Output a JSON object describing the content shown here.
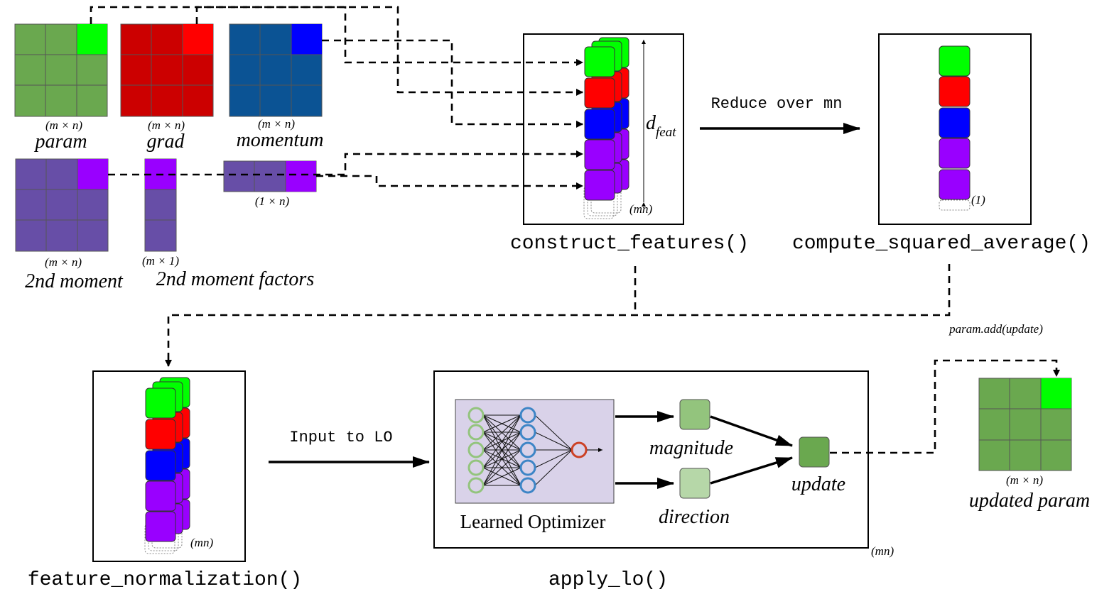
{
  "colors": {
    "param": "#6aa84f",
    "param_hi": "#00ff00",
    "grad": "#cc0000",
    "grad_hi": "#ff0000",
    "momentum": "#0b5394",
    "momentum_hi": "#0000ff",
    "moment": "#674ea7",
    "moment_hi": "#9900ff",
    "update_light": "#93c47d",
    "direction_light": "#b6d7a8",
    "update": "#6aa84f",
    "lo_bg": "#d9d2e9",
    "node_in": "#93c47d",
    "node_hidden": "#3d85c6",
    "node_out": "#cc4125"
  },
  "inputs": {
    "param": {
      "dim": "(m × n)",
      "label": "param"
    },
    "grad": {
      "dim": "(m × n)",
      "label": "grad"
    },
    "momentum": {
      "dim": "(m × n)",
      "label": "momentum"
    },
    "second_moment": {
      "dim": "(m × n)",
      "label": "2nd moment"
    },
    "factor_col_dim": "(m × 1)",
    "factor_row_dim": "(1 × n)",
    "factors_label": "2nd moment factors"
  },
  "construct": {
    "d_label": "d",
    "d_sub": "feat",
    "mn": "(mn)",
    "func": "construct_features()"
  },
  "reduce_label": "Reduce over mn",
  "squared": {
    "one": "(1)",
    "func": "compute_squared_average()"
  },
  "param_add": "param.add(update)",
  "normalization": {
    "mn": "(mn)",
    "func": "feature_normalization()"
  },
  "input_lo": "Input to LO",
  "apply": {
    "lo_label": "Learned Optimizer",
    "magnitude": "magnitude",
    "direction": "direction",
    "update": "update",
    "mn": "(mn)",
    "func": "apply_lo()"
  },
  "updated": {
    "dim": "(m × n)",
    "label": "updated param"
  }
}
